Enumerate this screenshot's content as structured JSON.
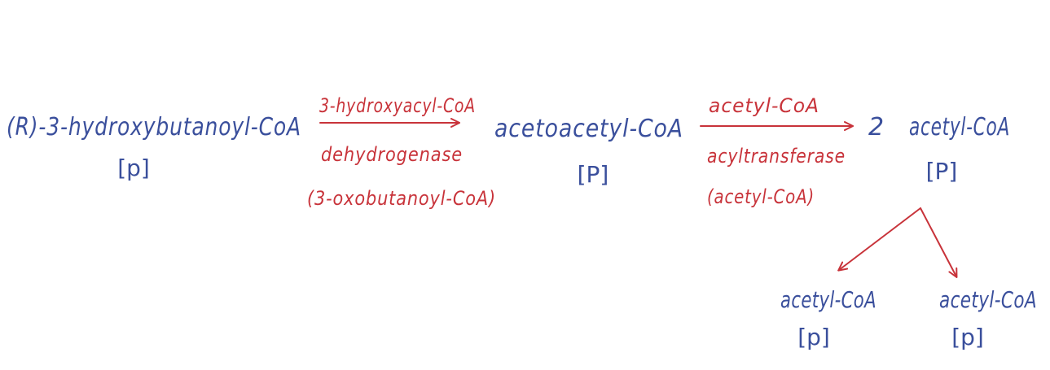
{
  "compounds": {
    "substrate": {
      "name": "(R)-3-hydroxybutanoyl-CoA",
      "tag": "[p]"
    },
    "intermediate": {
      "name": "acetoacetyl-CoA",
      "tag": "[P]"
    },
    "product": {
      "coefficient": "2",
      "name": "acetyl-CoA",
      "tag": "[P]"
    },
    "split_left": {
      "name": "acetyl-CoA",
      "tag": "[p]"
    },
    "split_right": {
      "name": "acetyl-CoA",
      "tag": "[p]"
    }
  },
  "reactions": {
    "step1": {
      "enzyme_line1": "3-hydroxyacyl-CoA",
      "enzyme_line2": "dehydrogenase",
      "enzyme_note": "(3-oxobutanoyl-CoA)"
    },
    "step2": {
      "enzyme_line1": "acetyl-CoA",
      "enzyme_line2": "acyltransferase",
      "enzyme_note": "(acetyl-CoA)"
    }
  },
  "colors": {
    "compound_ink": "#3a4f9c",
    "enzyme_ink": "#c8333a"
  }
}
